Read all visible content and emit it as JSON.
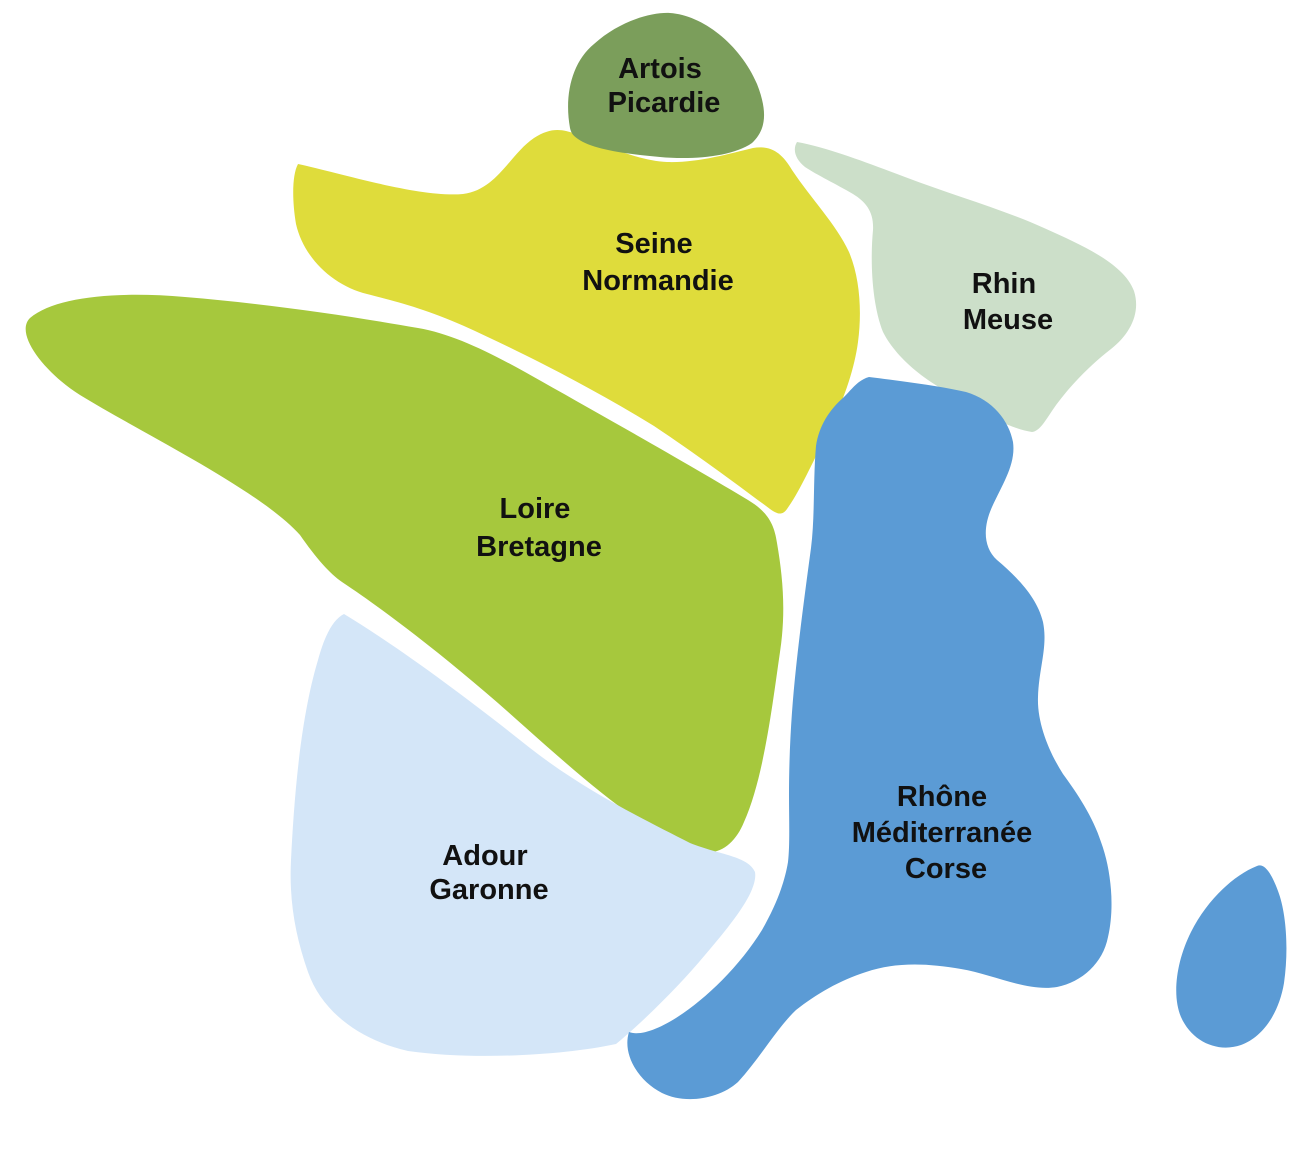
{
  "map": {
    "background_color": "#ffffff",
    "label_color": "#111111",
    "regions": [
      {
        "id": "artois-picardie",
        "name": "Artois Picardie",
        "label_lines": [
          "Artois",
          "Picardie"
        ],
        "color": "#7b9e5b"
      },
      {
        "id": "seine-normandie",
        "name": "Seine Normandie",
        "label_lines": [
          "Seine",
          "Normandie"
        ],
        "color": "#dfdc3b"
      },
      {
        "id": "rhin-meuse",
        "name": "Rhin Meuse",
        "label_lines": [
          "Rhin",
          "Meuse"
        ],
        "color": "#ccdfc9"
      },
      {
        "id": "loire-bretagne",
        "name": "Loire Bretagne",
        "label_lines": [
          "Loire",
          "Bretagne"
        ],
        "color": "#a6c83d"
      },
      {
        "id": "adour-garonne",
        "name": "Adour Garonne",
        "label_lines": [
          "Adour",
          "Garonne"
        ],
        "color": "#d4e6f8"
      },
      {
        "id": "rhone-mediterranee-corse",
        "name": "Rhône Méditerranée Corse",
        "label_lines": [
          "Rhône",
          "Méditerranée",
          "Corse"
        ],
        "color": "#5b9bd5"
      }
    ]
  }
}
